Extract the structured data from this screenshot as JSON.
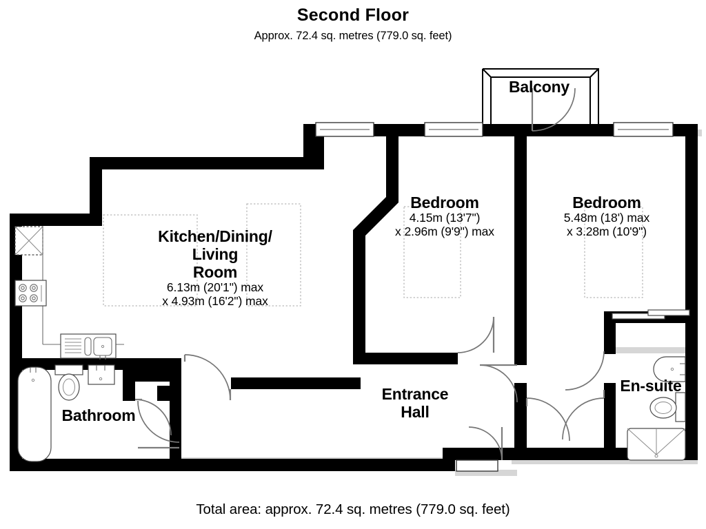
{
  "header": {
    "title": "Second Floor",
    "subtitle": "Approx. 72.4 sq. metres (779.0 sq. feet)"
  },
  "footer": {
    "total_area": "Total area: approx. 72.4 sq. metres (779.0 sq. feet)"
  },
  "rooms": {
    "kitchen": {
      "name_line1": "Kitchen/Dining/",
      "name_line2": "Living",
      "name_line3": "Room",
      "dim_line1": "6.13m (20'1\") max",
      "dim_line2": "x 4.93m (16'2\") max"
    },
    "bedroom1": {
      "name": "Bedroom",
      "dim_line1": "4.15m (13'7\")",
      "dim_line2": "x 2.96m (9'9\") max"
    },
    "bedroom2": {
      "name": "Bedroom",
      "dim_line1": "5.48m (18') max",
      "dim_line2": "x 3.28m (10'9\")"
    },
    "entrance_hall": {
      "name_line1": "Entrance",
      "name_line2": "Hall"
    },
    "bathroom": {
      "name": "Bathroom"
    },
    "ensuite": {
      "name": "En-suite"
    },
    "balcony": {
      "name": "Balcony"
    }
  },
  "fixtures": {
    "kitchen_tall_unit": "tall-unit-icon",
    "kitchen_hob": "hob-icon",
    "kitchen_sink": "sink-icon",
    "bathroom_bath": "bathtub-icon",
    "bathroom_wc": "toilet-icon",
    "bathroom_basin": "washbasin-icon",
    "ensuite_basin": "washbasin-icon",
    "ensuite_wc": "toilet-icon",
    "ensuite_shower": "shower-tray-icon",
    "bedroom2_wardrobe": "wardrobe-icon"
  },
  "colors": {
    "wall": "#000000",
    "background": "#ffffff",
    "fixture_stroke": "#4a4a4a",
    "door_arc": "#757575",
    "furniture_outline": "#b9b9b9"
  }
}
